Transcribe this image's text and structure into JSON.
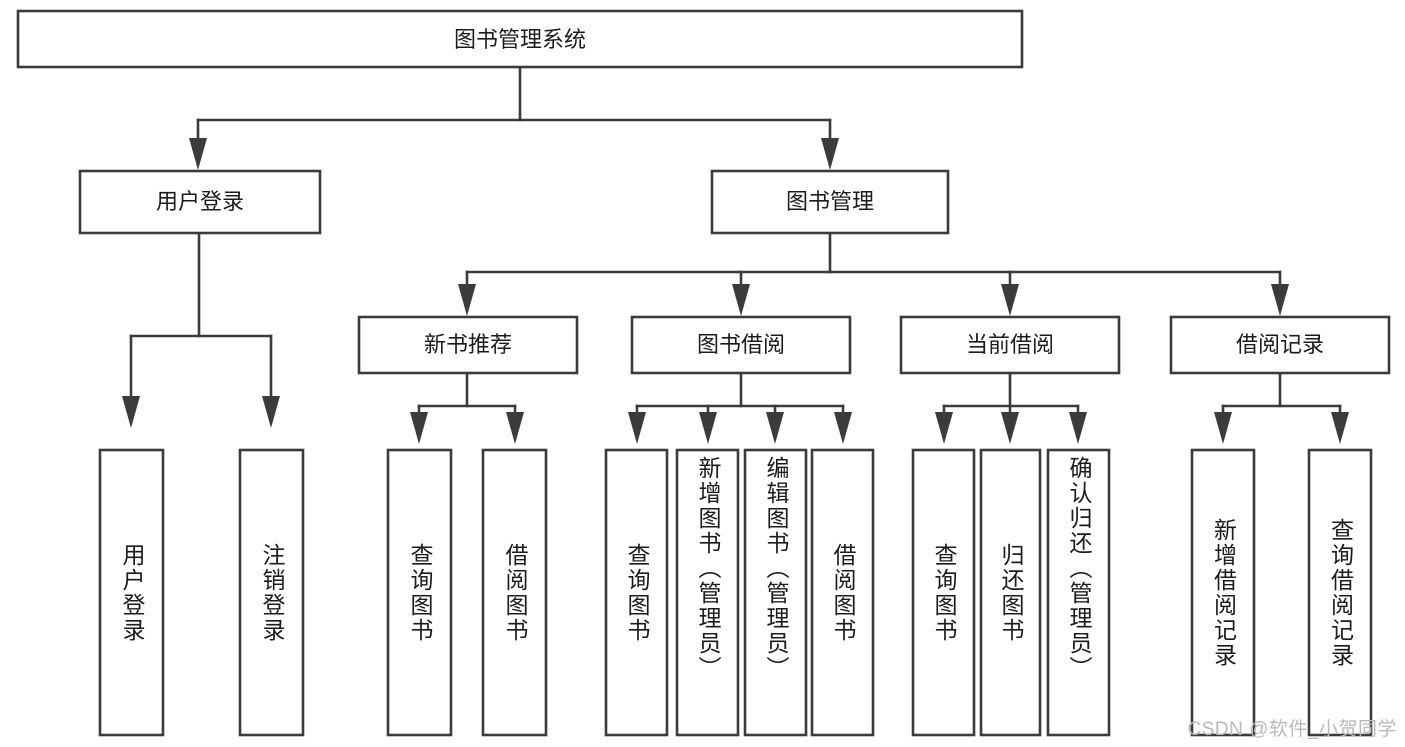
{
  "diagram": {
    "title_node": {
      "label": "图书管理系统"
    },
    "level2": [
      {
        "id": "user-login",
        "label": "用户登录"
      },
      {
        "id": "book-manage",
        "label": "图书管理"
      }
    ],
    "level3": [
      {
        "id": "new-book-recommend",
        "label": "新书推荐"
      },
      {
        "id": "book-borrow",
        "label": "图书借阅"
      },
      {
        "id": "current-borrow",
        "label": "当前借阅"
      },
      {
        "id": "borrow-record",
        "label": "借阅记录"
      }
    ],
    "leaves": [
      {
        "id": "leaf-user-login",
        "label": "用户登录",
        "parent": "user-login"
      },
      {
        "id": "leaf-logout-login",
        "label": "注销登录",
        "parent": "user-login"
      },
      {
        "id": "leaf-query-book-1",
        "label": "查询图书",
        "parent": "new-book-recommend"
      },
      {
        "id": "leaf-borrow-book-1",
        "label": "借阅图书",
        "parent": "new-book-recommend"
      },
      {
        "id": "leaf-query-book-2",
        "label": "查询图书",
        "parent": "book-borrow"
      },
      {
        "id": "leaf-add-book",
        "label": "新增图书（管理员）",
        "parent": "book-borrow"
      },
      {
        "id": "leaf-edit-book",
        "label": "编辑图书（管理员）",
        "parent": "book-borrow"
      },
      {
        "id": "leaf-borrow-book-2",
        "label": "借阅图书",
        "parent": "book-borrow"
      },
      {
        "id": "leaf-query-book-3",
        "label": "查询图书",
        "parent": "current-borrow"
      },
      {
        "id": "leaf-return-book",
        "label": "归还图书",
        "parent": "current-borrow"
      },
      {
        "id": "leaf-confirm-return",
        "label": "确认归还（管理员）",
        "parent": "current-borrow"
      },
      {
        "id": "leaf-add-record",
        "label": "新增借阅记录",
        "parent": "borrow-record"
      },
      {
        "id": "leaf-query-record",
        "label": "查询借阅记录",
        "parent": "borrow-record"
      }
    ]
  },
  "watermark": {
    "text": "CSDN @软件_小贺同学"
  },
  "colors": {
    "stroke": "#3b3b3b",
    "fill": "#ffffff",
    "text": "#1c1c1c",
    "watermark": "#b9b9b9"
  }
}
